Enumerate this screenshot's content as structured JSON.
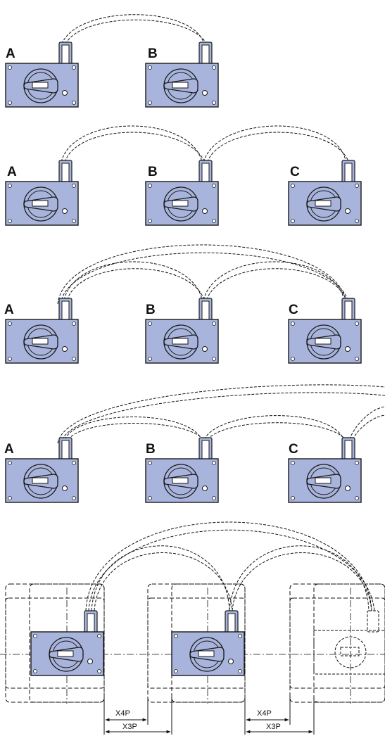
{
  "colors": {
    "switch_body": "#a8b4dc",
    "outline": "#1a1a1a",
    "background": "#ffffff"
  },
  "rows": [
    {
      "id": "row-1",
      "units": [
        "A",
        "B"
      ]
    },
    {
      "id": "row-2",
      "units": [
        "A",
        "B",
        "C"
      ]
    },
    {
      "id": "row-3",
      "units": [
        "A",
        "B",
        "C"
      ]
    },
    {
      "id": "row-4",
      "units": [
        "A",
        "B",
        "C"
      ]
    },
    {
      "id": "row-5",
      "units": [
        "",
        "",
        ""
      ]
    }
  ],
  "dimensions": {
    "x4p": "X4P",
    "x3p": "X3P"
  }
}
